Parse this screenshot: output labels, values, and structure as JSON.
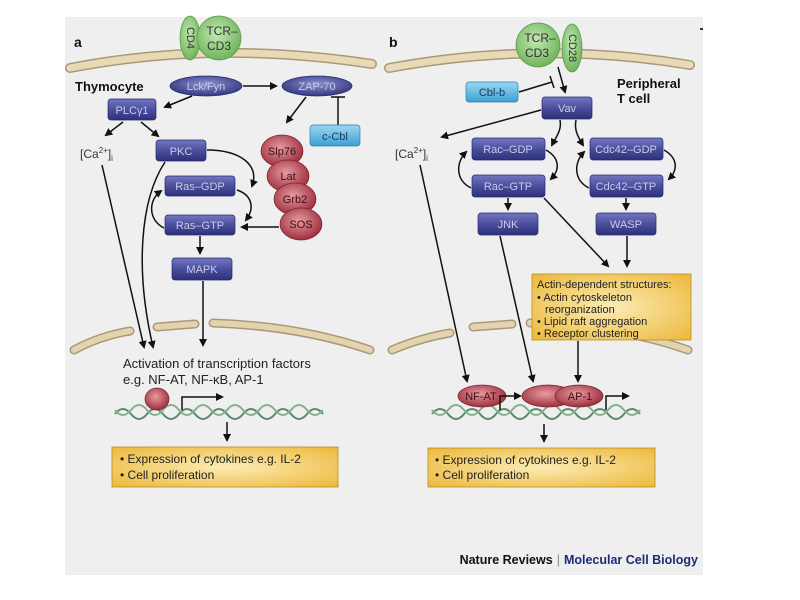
{
  "colors": {
    "background": "#efefef",
    "membrane": "#e3d4ae",
    "membrane_edge": "#a89a78",
    "blue_box": "#3d3f8f",
    "blue_box_light": "#6b70b8",
    "blue_text": "#c9cbe6",
    "cyan_box": "#5cb6e2",
    "green": "#8cc97a",
    "red_oval": "#b5414f",
    "yellow_box": "#f2c34e",
    "arrow": "#111111",
    "footer_journal": "#1f2a78"
  },
  "panel_a": {
    "letter": "a",
    "cell_label": "Thymocyte",
    "receptors": {
      "cd4": "CD4",
      "tcr_line1": "TCR–",
      "tcr_line2": "CD3"
    },
    "nodes": {
      "lck_fyn": "Lck/Fyn",
      "zap70": "ZAP-70",
      "plcg1": "PLCγ1",
      "ca": "[Ca",
      "ca_sup": "2+",
      "ca_close": "]",
      "ca_sub": "i",
      "pkc": "PKC",
      "ras_gdp": "Ras–GDP",
      "ras_gtp": "Ras–GTP",
      "mapk": "MAPK",
      "c_cbl": "c-Cbl",
      "slp76": "Slp76",
      "lat": "Lat",
      "grb2": "Grb2",
      "sos": "SOS"
    },
    "nucleus_text_line1": "Activation of transcription factors",
    "nucleus_text_line2": "e.g. NF-AT, NF-κB, AP-1",
    "outcome": [
      "Expression of cytokines e.g. IL-2",
      "Cell proliferation"
    ]
  },
  "panel_b": {
    "letter": "b",
    "cell_label_line1": "Peripheral",
    "cell_label_line2": "T cell",
    "receptors": {
      "tcr_line1": "TCR–",
      "tcr_line2": "CD3",
      "cd28": "CD28"
    },
    "nodes": {
      "cbl_b": "Cbl-b",
      "vav": "Vav",
      "ca": "[Ca",
      "ca_sup": "2+",
      "ca_close": "]",
      "ca_sub": "i",
      "rac_gdp": "Rac–GDP",
      "rac_gtp": "Rac–GTP",
      "cdc42_gdp": "Cdc42–GDP",
      "cdc42_gtp": "Cdc42–GTP",
      "jnk": "JNK",
      "wasp": "WASP",
      "nfat": "NF-AT",
      "ap1": "AP-1"
    },
    "actin_box": {
      "title": "Actin-dependent structures:",
      "items": [
        "Actin cytoskeleton",
        "reorganization",
        "Lipid raft aggregation",
        "Receptor clustering"
      ]
    },
    "outcome": [
      "Expression of cytokines e.g. IL-2",
      "Cell proliferation"
    ]
  },
  "footer": {
    "publisher": "Nature Reviews",
    "separator": "|",
    "journal": "Molecular Cell Biology"
  }
}
